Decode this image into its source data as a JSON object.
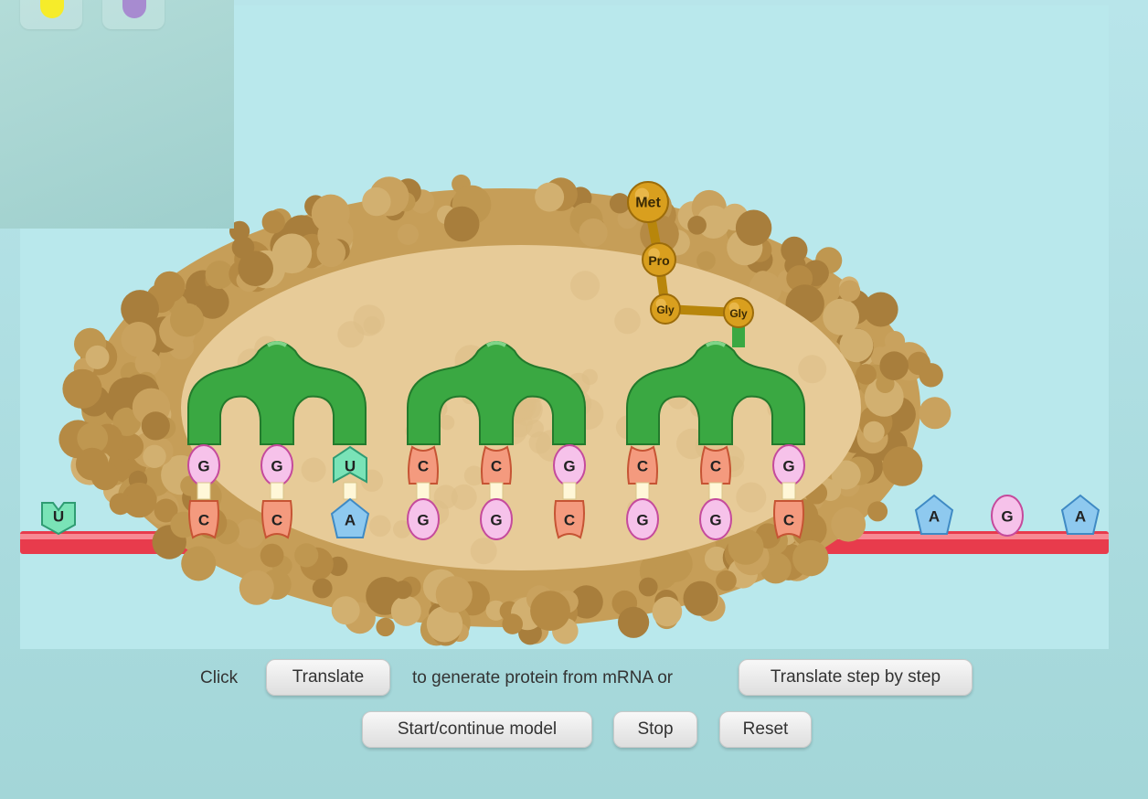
{
  "palette": {
    "swatches": [
      {
        "name": "yellow-swatch",
        "color": "#f6ec2a"
      },
      {
        "name": "purple-swatch",
        "color": "#a78bd0"
      }
    ]
  },
  "model": {
    "amino_acids": [
      "Met",
      "Pro",
      "Gly",
      "Gly"
    ],
    "trnas": [
      {
        "anticodon": [
          "G",
          "G",
          "U"
        ],
        "codon": [
          "C",
          "C",
          "A"
        ]
      },
      {
        "anticodon": [
          "C",
          "C",
          "G"
        ],
        "codon": [
          "G",
          "G",
          "C"
        ]
      },
      {
        "anticodon": [
          "C",
          "C",
          "G"
        ],
        "codon": [
          "G",
          "G",
          "C"
        ]
      }
    ],
    "mrna_left": [
      "U"
    ],
    "mrna_right": [
      "A",
      "G",
      "A"
    ]
  },
  "controls": {
    "click_text": "Click",
    "translate": "Translate",
    "middle_text": "to generate protein from mRNA or",
    "translate_step": "Translate step by step",
    "start_continue": "Start/continue model",
    "stop": "Stop",
    "reset": "Reset"
  }
}
